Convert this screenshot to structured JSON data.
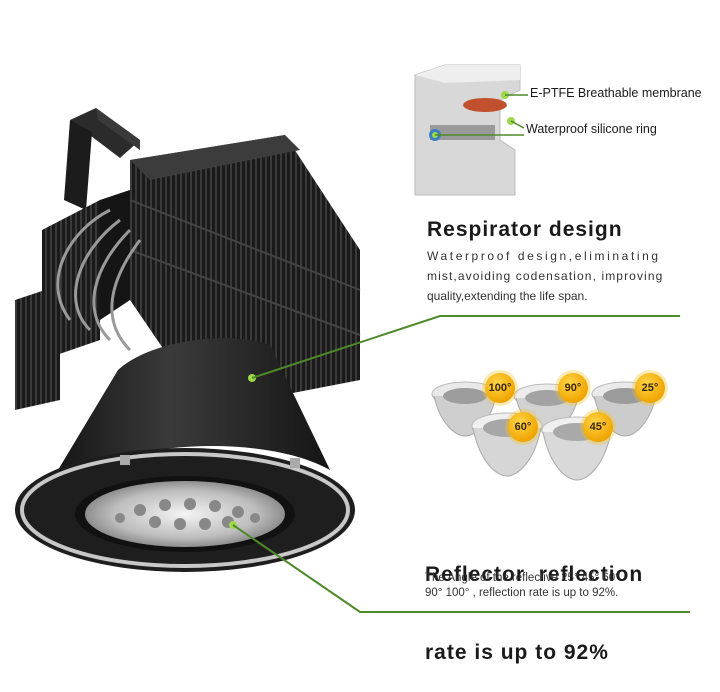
{
  "callouts": {
    "membrane": "E-PTFE Breathable membrane",
    "ring": "Waterproof silicone ring"
  },
  "respirator": {
    "title": "Respirator design",
    "lines": [
      "Waterproof design,eliminating",
      "mist,avoiding codensation, improving",
      "quality,extending the life span."
    ]
  },
  "reflector": {
    "title_line1": "Reflector  reflection",
    "title_line2": "rate is up to 92%",
    "desc_line1": "The Angle of the reflective 25° 45° 60°",
    "desc_line2": "90° 100° , reflection rate is up to 92%."
  },
  "angles": [
    "100°",
    "90°",
    "25°",
    "60°",
    "45°"
  ],
  "colors": {
    "accent_green": "#4f8a2a",
    "badge_gold": "#f0a500",
    "lamp_dark": "#1e1e1e"
  }
}
